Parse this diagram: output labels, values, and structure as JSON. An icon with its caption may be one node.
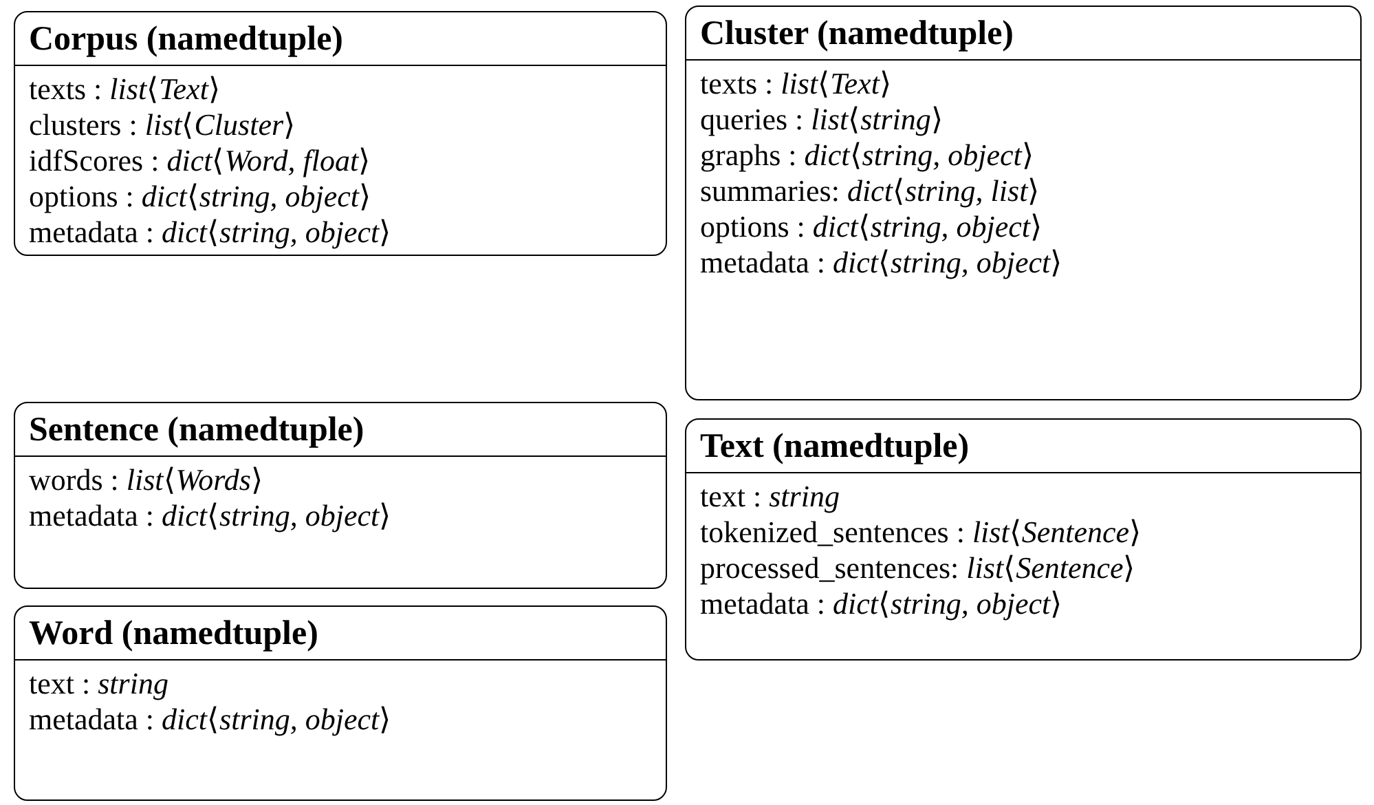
{
  "diagram": {
    "nodes": [
      {
        "text": [
          "**Corpus (namedtuple)**",
          "texts : *list*⟨*Text*⟩",
          "clusters : *list*⟨*Cluster*⟩",
          "idfScores : *dict*⟨*Word, float*⟩",
          "options : *dict*⟨*string, object*⟩",
          "metadata : *dict*⟨*string, object*⟩"
        ]
      },
      {
        "text": [
          "**Cluster (namedtuple)**",
          "texts : *list*⟨*Text*⟩",
          "queries : *list*⟨*string*⟩",
          "graphs : *dict*⟨*string, object*⟩",
          "summaries: *dict*⟨*string, list*⟩",
          "options : *dict*⟨*string, object*⟩",
          "metadata : *dict*⟨*string, object*⟩"
        ]
      },
      {
        "text": [
          "**Sentence (namedtuple)**",
          "words : *list*⟨*Words*⟩",
          "metadata : *dict*⟨*string, object*⟩"
        ]
      },
      {
        "text": [
          "**Text (namedtuple)**",
          "text : *string*",
          "tokenized_sentences : *list*⟨*Sentence*⟩",
          "processed_sentences: *list*⟨*Sentence*⟩",
          "metadata : *dict*⟨*string, object*⟩"
        ]
      },
      {
        "text": [
          "**Word (namedtuple)**",
          "text : *string*",
          "metadata : *dict*⟨*string, object*⟩"
        ]
      }
    ]
  }
}
